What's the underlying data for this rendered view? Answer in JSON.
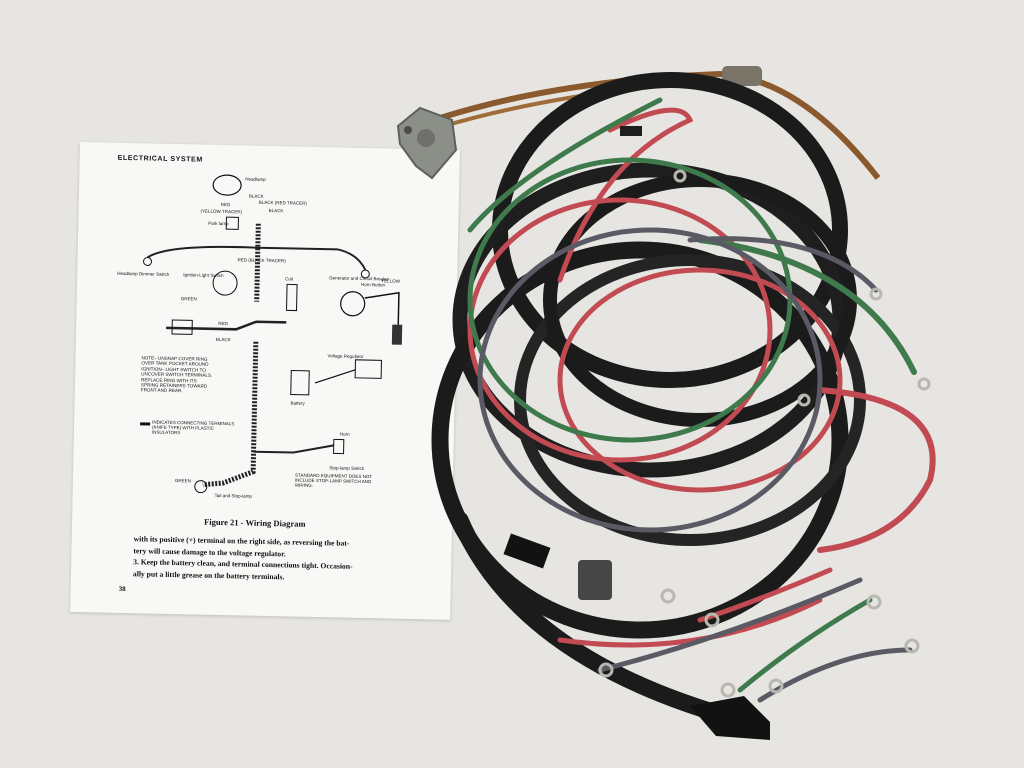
{
  "manual": {
    "section_heading": "ELECTRICAL SYSTEM",
    "figure_caption": "Figure 21 - Wiring Diagram",
    "page_number": "38",
    "paragraph_lines": [
      "with its positive (+) terminal on the right side, as reversing the bat-",
      "tery will cause damage to the voltage regulator.",
      "3. Keep the battery clean, and terminal connections tight.  Occasion-",
      "ally put a little grease on the battery terminals."
    ],
    "diagram_labels": {
      "headlamp": "Headlamp",
      "black": "BLACK",
      "black_red_tracer": "BLACK (RED TRACER)",
      "red": "RED",
      "yellow_tracer": "(YELLOW TRACER)",
      "park_lamp": "Park lamp",
      "red_black_tracer": "RED (BLACK TRACER)",
      "horn_button": "Horn Button",
      "headlamp_dimmer_switch": "Headlamp Dimmer Switch",
      "ignition_light_switch": "Ignition-Light Switch",
      "green": "GREEN",
      "coil": "Coil",
      "generator_circuit_breaker": "Generator and Circuit Breaker",
      "yellow": "YELLOW",
      "voltage_regulator": "Voltage Regulator",
      "battery": "Battery",
      "note": "NOTE– UNSNAP COVER RING OVER TANK POCKET AROUND IGNITION– LIGHT SWITCH TO UNCOVER SWITCH TERMINALS. REPLACE RING WITH ITS SPRING RETAINERS TOWARD FRONT AND REAR.",
      "legend": "INDICATES CONNECTING TERMINALS (KNIFE TYPE) WITH PLASTIC INSULATORS",
      "horn": "Horn",
      "stop_lamp_switch": "Stop-lamp Switch",
      "tail_stop_lamp": "Tail and Stop-lamp",
      "standard_equipment": "STANDARD EQUIPMENT DOES NOT INCLUDE STOP-LAMP SWITCH AND WIRING."
    }
  },
  "colors": {
    "table": "#e7e5e1",
    "paper": "#f8f8f6",
    "braid_black": "#1b1b1b",
    "wire_red": "#c24a52",
    "wire_green": "#3f7a4d",
    "wire_gray": "#5a5a64",
    "copper": "#8a5a2e"
  }
}
